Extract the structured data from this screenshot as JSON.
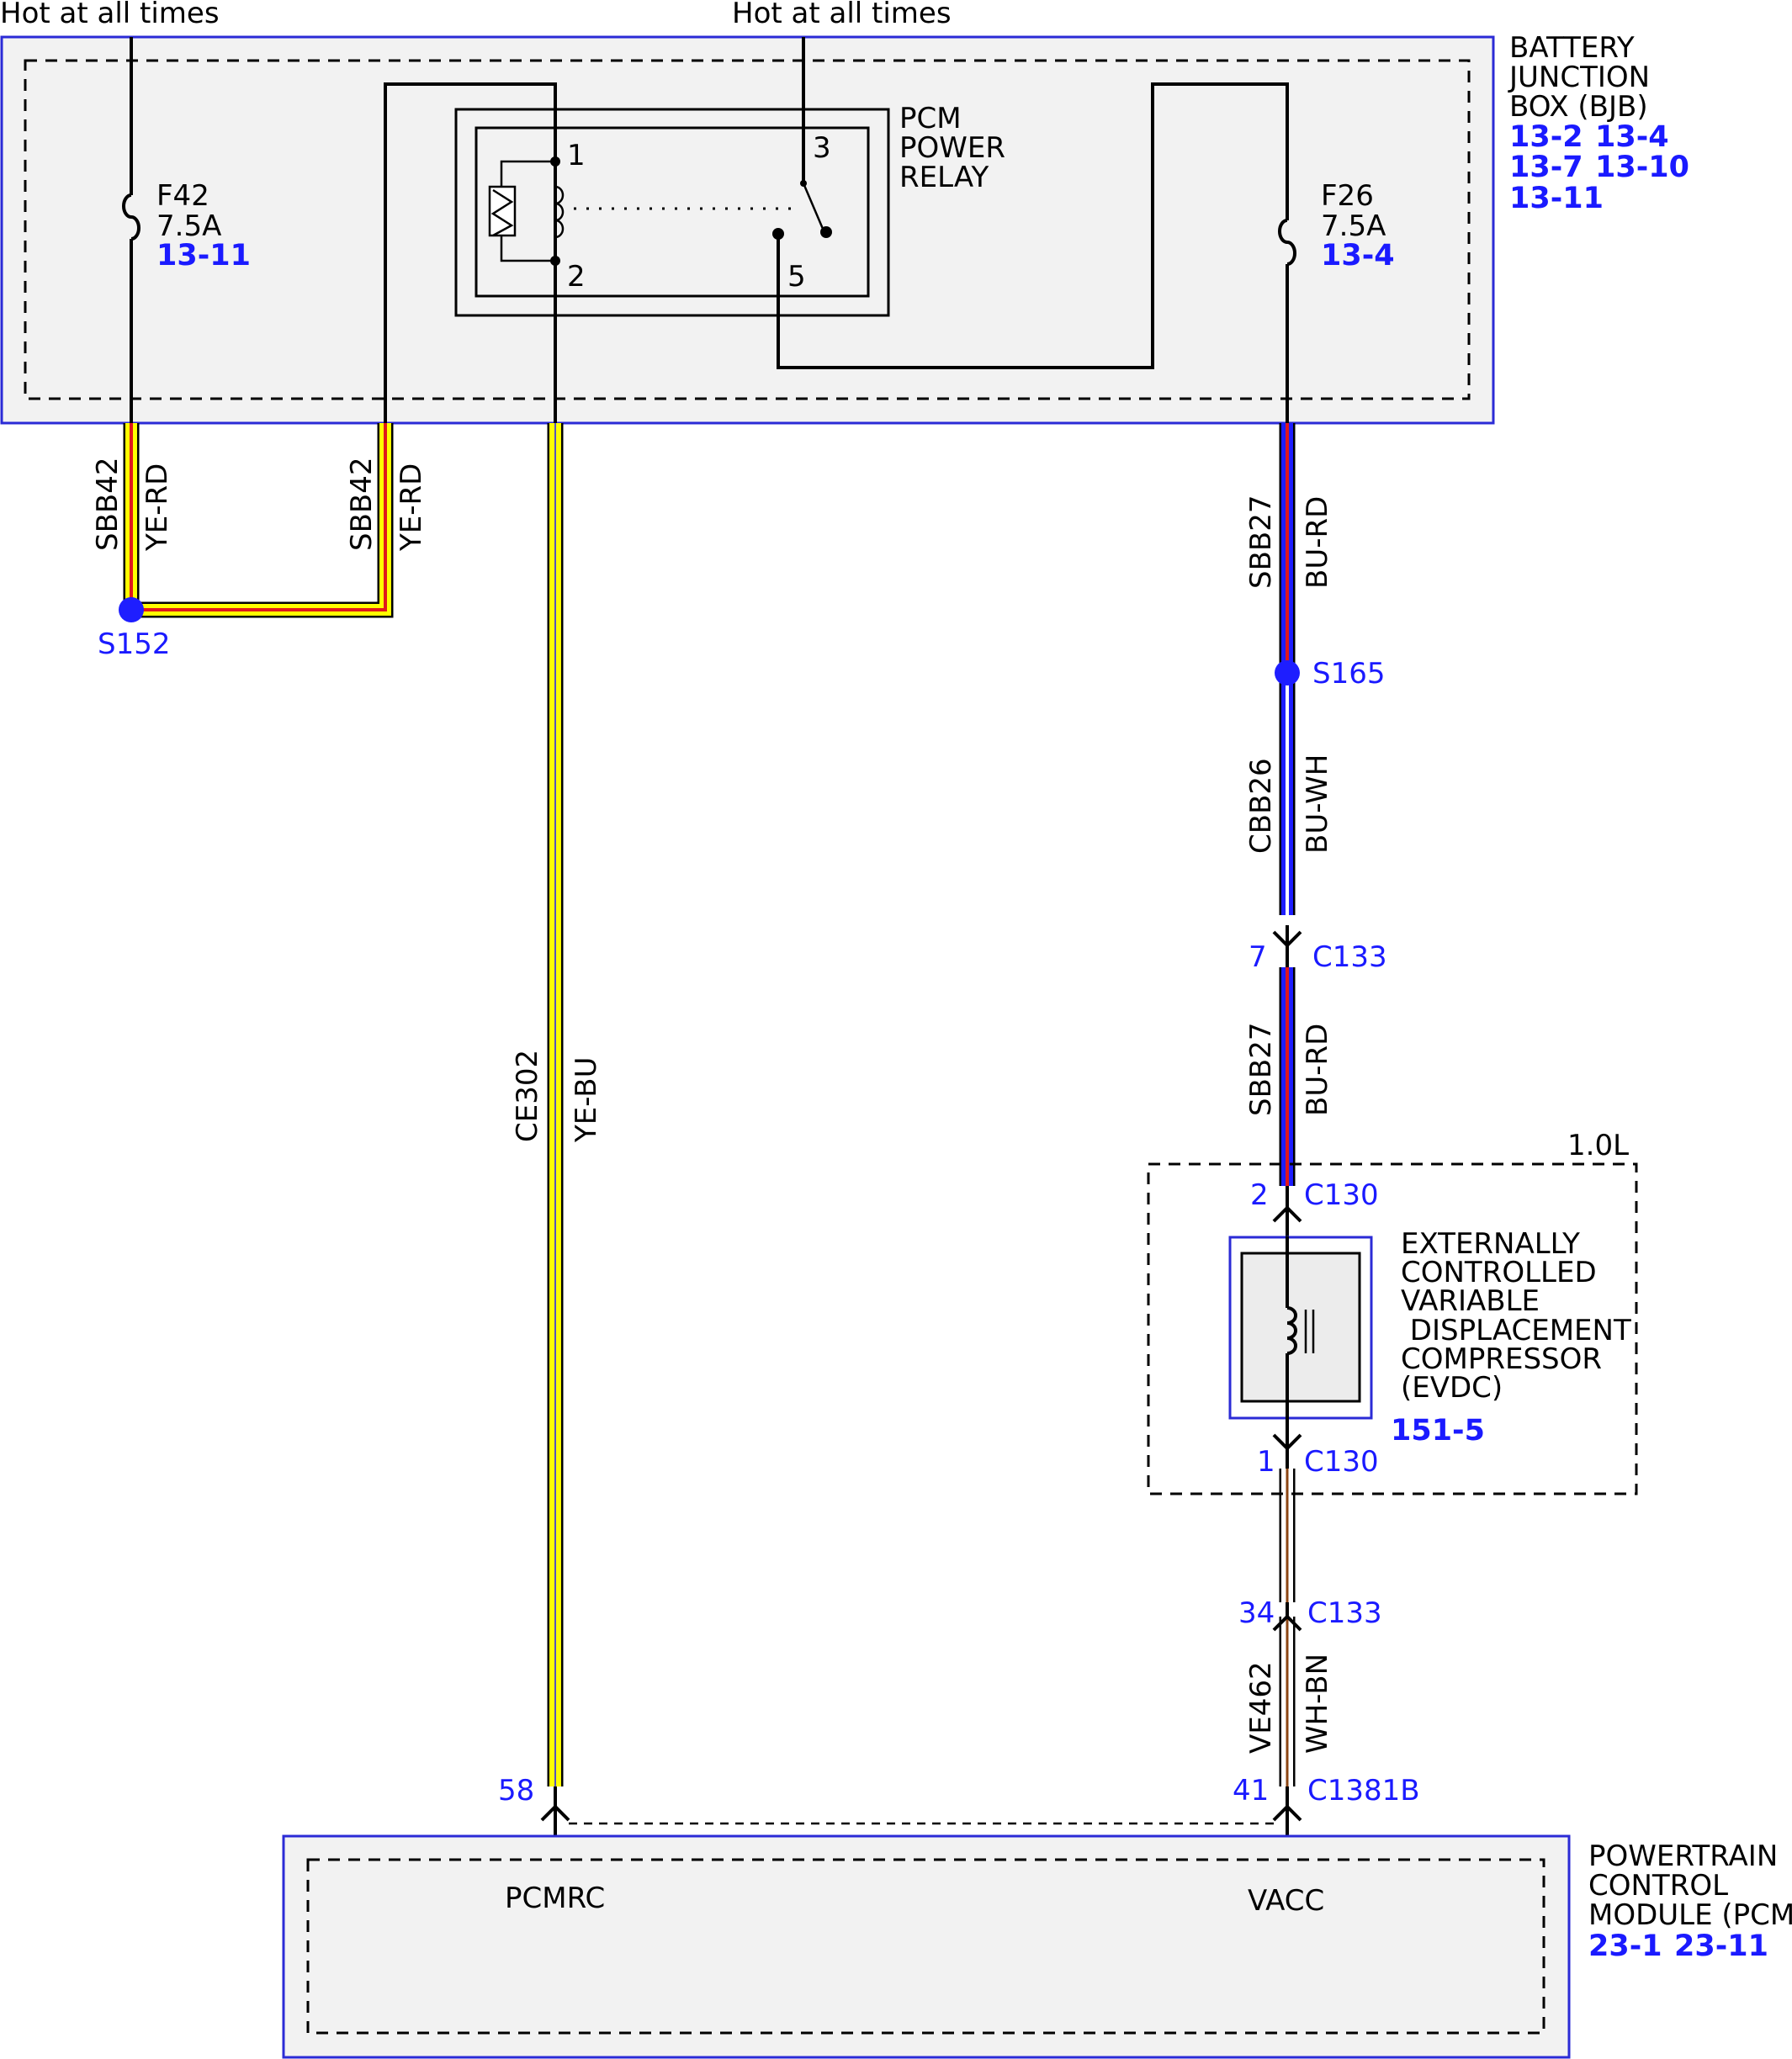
{
  "power_labels": {
    "left": "Hot at all times",
    "right": "Hot at all times"
  },
  "bjb": {
    "lines": [
      "BATTERY",
      "JUNCTION",
      "BOX (BJB)"
    ],
    "refs": [
      [
        "13-2",
        "13-4"
      ],
      [
        "13-7",
        "13-10"
      ],
      [
        "13-11"
      ]
    ]
  },
  "fuse_f42": {
    "name": "F42",
    "rating": "7.5A",
    "ref": "13-11"
  },
  "fuse_f26": {
    "name": "F26",
    "rating": "7.5A",
    "ref": "13-4"
  },
  "relay": {
    "lines": [
      "PCM",
      "POWER",
      "RELAY"
    ],
    "pins": [
      "1",
      "2",
      "3",
      "5"
    ]
  },
  "wires": {
    "sbb42_left": {
      "circuit": "SBB42",
      "color": "YE-RD"
    },
    "sbb42_right": {
      "circuit": "SBB42",
      "color": "YE-RD"
    },
    "ce302": {
      "circuit": "CE302",
      "color": "YE-BU"
    },
    "sbb27_upper": {
      "circuit": "SBB27",
      "color": "BU-RD"
    },
    "cbb26": {
      "circuit": "CBB26",
      "color": "BU-WH"
    },
    "sbb27_lower": {
      "circuit": "SBB27",
      "color": "BU-RD"
    },
    "ve462": {
      "circuit": "VE462",
      "color": "WH-BN"
    }
  },
  "splices": {
    "s152": "S152",
    "s165": "S165"
  },
  "connectors": {
    "c133_top": {
      "pin": "7",
      "name": "C133"
    },
    "c130_top": {
      "pin": "2",
      "name": "C130"
    },
    "c130_bottom": {
      "pin": "1",
      "name": "C130"
    },
    "c133_bottom": {
      "pin": "34",
      "name": "C133"
    },
    "c1381b_left": {
      "pin": "58"
    },
    "c1381b_right": {
      "pin": "41",
      "name": "C1381B"
    }
  },
  "engine_option": "1.0L",
  "evdc": {
    "lines": [
      "EXTERNALLY",
      "CONTROLLED",
      "VARIABLE",
      " DISPLACEMENT",
      "COMPRESSOR",
      "(EVDC)"
    ],
    "ref": "151-5"
  },
  "pcm": {
    "lines": [
      "POWERTRAIN",
      "CONTROL",
      "MODULE (PCM)"
    ],
    "refs": [
      "23-1",
      "23-11"
    ],
    "pins": {
      "left": "PCMRC",
      "right": "VACC"
    }
  },
  "colors": {
    "yellow": "#ffff00",
    "red": "#e0181c",
    "blue": "#1e1eff",
    "white": "#ffffff",
    "brown": "#8b4513",
    "frame": "#2b2bd6",
    "label_blue": "#1a1aff"
  }
}
